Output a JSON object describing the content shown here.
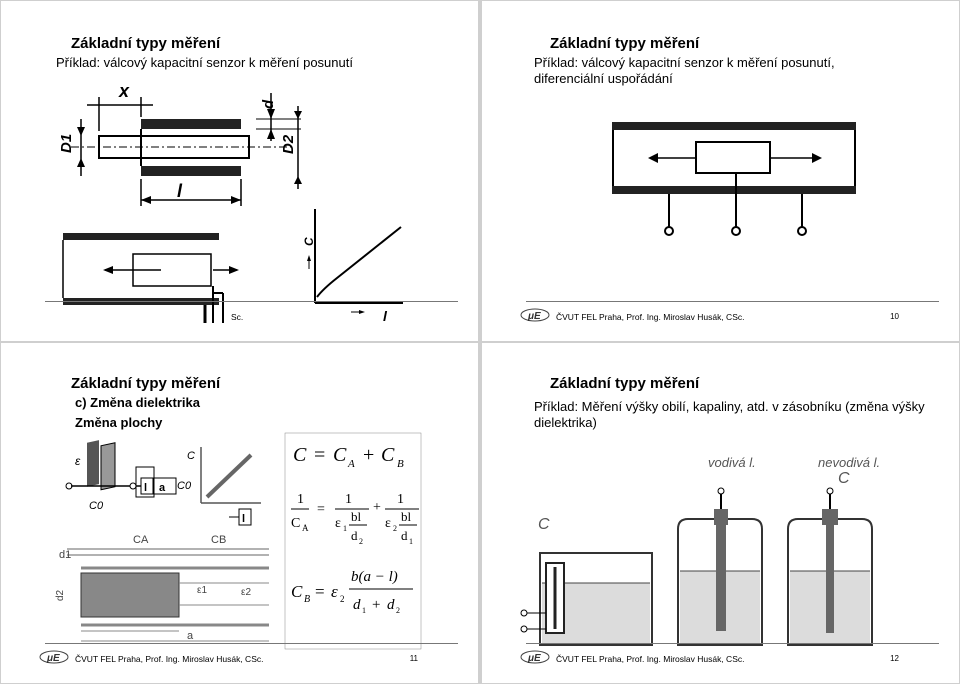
{
  "slides": [
    {
      "title": "Základní typy měření",
      "subtitle": "Příklad: válcový kapacitní senzor k měření posunutí",
      "footer": "ČVUT FEL Praha, Prof. Ing. Miroslav Husák, CSc.",
      "footer_visible": "Sc.",
      "page": "",
      "labels": {
        "x": "x",
        "d": "d",
        "D1": "D1",
        "D2": "D2",
        "l": "l",
        "C": "C",
        "l_axis": "l"
      }
    },
    {
      "title": "Základní typy měření",
      "subtitle": "Příklad: válcový kapacitní senzor k měření posunutí, diferenciální uspořádání",
      "footer": "ČVUT FEL Praha, Prof. Ing. Miroslav Husák, CSc.",
      "page": "10"
    },
    {
      "title": "Základní typy měření",
      "heading1": "c) Změna dielektrika",
      "heading2": "Změna plochy",
      "footer": "ČVUT FEL Praha, Prof. Ing. Miroslav Husák, CSc.",
      "page": "11",
      "equations": {
        "eq1_lhs": "C",
        "eq1_eq": "=",
        "eq1_rhs": "C",
        "eq1_subA": "A",
        "eq1_plus": "+",
        "eq1_subB": "B",
        "eq2_one": "1",
        "eq2_CA": "C",
        "eq2_subA": "A",
        "eq2_bl": "bl",
        "eq2_eps": "ε",
        "eq2_d": "d",
        "eq3_CB": "C",
        "eq3_subB": "B",
        "eq3_eps": "ε",
        "eq3_num": "b(a − l)",
        "eq3_den": "d",
        "eq3_plus": "+"
      },
      "fig_labels": {
        "l": "l",
        "a": "a",
        "l2": "l",
        "CA": "CA",
        "CB": "CB",
        "d1": "d1",
        "d2": "d2",
        "eps1": "ε1",
        "eps2": "ε2",
        "a2": "a",
        "C0": "C0",
        "C": "C",
        "eps": "ε"
      }
    },
    {
      "title": "Základní typy měření",
      "subtitle": "Příklad: Měření výšky obilí, kapaliny, atd. v zásobníku (změna výšky dielektrika)",
      "footer": "ČVUT FEL Praha, Prof. Ing. Miroslav Husák, CSc.",
      "page": "12",
      "handwritten": {
        "left": "vodivá l.",
        "right": "nevodivá l.",
        "C1": "C",
        "C2": "C"
      }
    }
  ],
  "logo": "μE"
}
